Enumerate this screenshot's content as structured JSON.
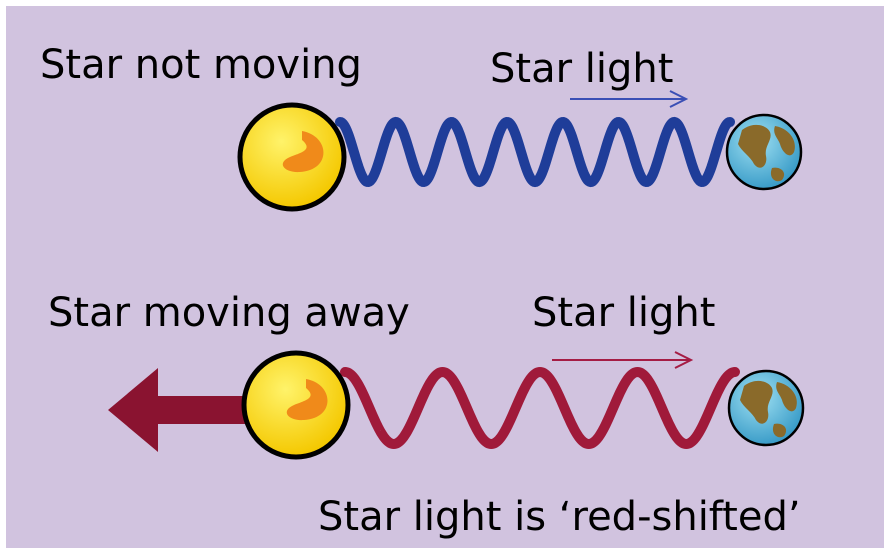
{
  "top_label": "Star not moving",
  "top_light_label": "Star light",
  "bottom_label": "Star moving away",
  "bottom_light_label": "Star light",
  "caption": "Star light is ‘red-shifted’",
  "top_wave": {
    "color": "#1f3d99",
    "cycles": 7
  },
  "bottom_wave": {
    "color": "#a01a3a",
    "cycles": 4
  },
  "top_arrow_color": "#3a4fb5",
  "bottom_arrow_color": "#a51c44",
  "motion_arrow_color": "#8a1330",
  "background_color": "#d1c3df",
  "star_color": "#f7d400",
  "star_swirl_color": "#f08a1a",
  "earth_ocean_color": "#5bb9dc",
  "earth_land_color": "#8a6a2a"
}
